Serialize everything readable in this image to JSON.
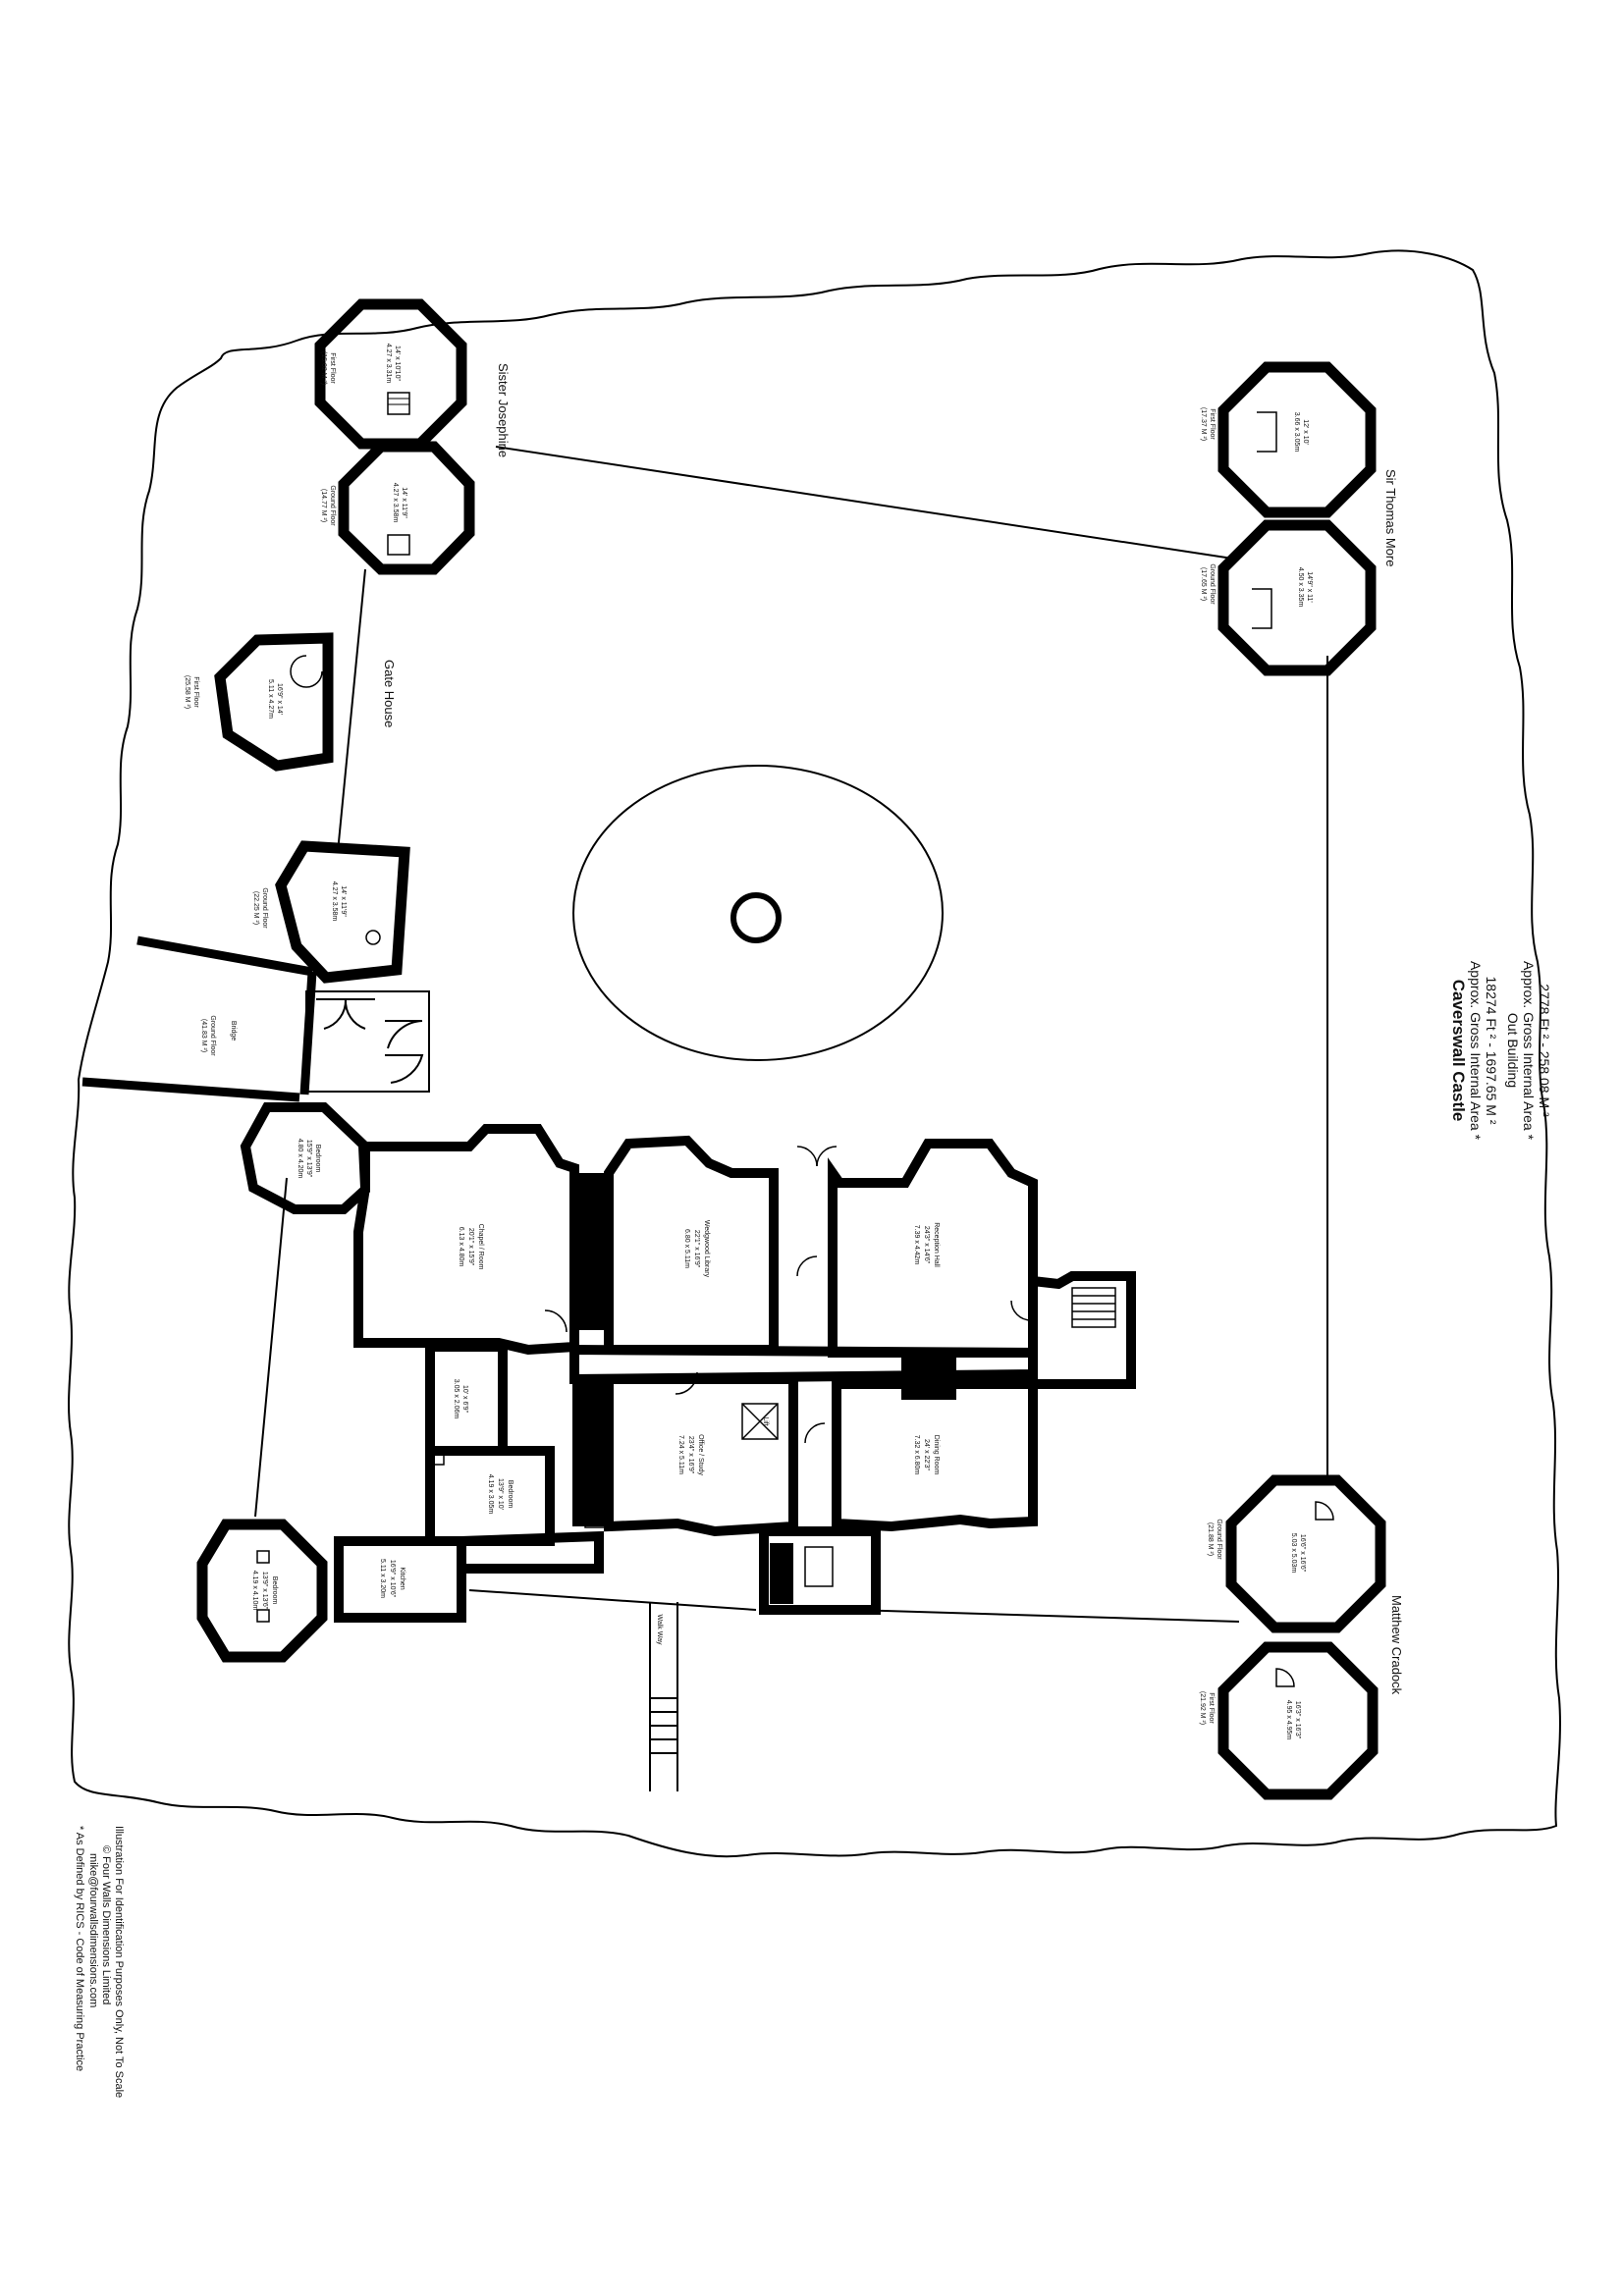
{
  "title": "Caverswall Castle",
  "area_main": {
    "label": "Approx. Gross Internal Area *",
    "value": "18274 Ft ² - 1697.65 M ²"
  },
  "out_building": {
    "label": "Out Building",
    "area_label": "Approx. Gross Internal Area *",
    "value": "2778 Ft ² - 258.08 M ²"
  },
  "footer": {
    "line1": "Illustration For Identification Purposes Only, Not To Scale",
    "line2": "© Four Walls Dimensions Limited",
    "line3": "mike@fourwallsdimensions.com",
    "line4": "* As Defined by RICS - Code of Measuring Practice"
  },
  "tower_names": {
    "sister_josephine": "Sister Josephine",
    "gate_house": "Gate House",
    "sir_thomas_more": "Sir Thomas More",
    "matthew_cradock": "Matthew Cradock"
  },
  "labels": {
    "bridge": "Bridge",
    "walk_way": "Walk Way",
    "lift": "Lift"
  },
  "towers": {
    "sj_first": {
      "floor": "First Floor",
      "area": "(15.02 M ²)",
      "dim1": "14' x 10'10\"",
      "dim2": "4.27 x 3.31m"
    },
    "sj_ground": {
      "floor": "Ground Floor",
      "area": "(14.77 M ²)",
      "dim1": "14' x 11'9\"",
      "dim2": "4.27 x 3.58m"
    },
    "gh_first": {
      "floor": "First Floor",
      "area": "(25.58 M ²)",
      "dim1": "16'9\" x 14'",
      "dim2": "5.11 x 4.27m"
    },
    "gh_ground": {
      "floor": "Ground Floor",
      "area": "(22.25 M ²)",
      "dim1": "14' x 11'9\"",
      "dim2": "4.27 x 3.58m"
    },
    "bridge_ground": {
      "floor": "Ground Floor",
      "area": "(41.83 M ²)"
    },
    "stm_first": {
      "floor": "First Floor",
      "area": "(17.37 M ²)",
      "dim1": "12' x 10'",
      "dim2": "3.66 x 3.05m"
    },
    "stm_ground": {
      "floor": "Ground Floor",
      "area": "(17.65 M ²)",
      "dim1": "14'9\" x 11'",
      "dim2": "4.50 x 3.35m"
    },
    "mc_ground": {
      "floor": "Ground Floor",
      "area": "(21.88 M ²)",
      "dim1": "16'6\" x 16'6\"",
      "dim2": "5.03 x 5.03m"
    },
    "mc_first": {
      "floor": "First Floor",
      "area": "(21.92 M ²)",
      "dim1": "16'3\" x 16'3\"",
      "dim2": "4.95 x 4.95m"
    }
  },
  "rooms": {
    "bedroom_tower": {
      "name": "Bedroom",
      "dim1": "15'9\" x 13'9\"",
      "dim2": "4.80 x 4.20m"
    },
    "chapel": {
      "name": "Chapel / Room",
      "dim1": "20'1\" x 15'9\"",
      "dim2": "6.13 x 4.80m"
    },
    "wedgwood": {
      "name": "Wedgwood Library",
      "dim1": "22'1\" x 16'9\"",
      "dim2": "6.80 x 5.11m"
    },
    "reception": {
      "name": "Reception Hall",
      "dim1": "24'3\" x 14'6\"",
      "dim2": "7.39 x 4.42m"
    },
    "small_room": {
      "dim1": "10' x 6'9\"",
      "dim2": "3.05 x 2.06m"
    },
    "bedroom_mid": {
      "name": "Bedroom",
      "dim1": "13'9\" x 10'",
      "dim2": "4.19 x 3.05m"
    },
    "office": {
      "name": "Office / Study",
      "dim1": "23'4\" x 16'9\"",
      "dim2": "7.24 x 5.11m"
    },
    "dining": {
      "name": "Dining Room",
      "dim1": "24' x 22'3\"",
      "dim2": "7.32 x 6.80m"
    },
    "kitchen": {
      "name": "Kitchen",
      "dim1": "16'9\" x 10'6\"",
      "dim2": "5.11 x 3.20m"
    },
    "bedroom_corner": {
      "name": "Bedroom",
      "dim1": "13'9\" x 13'6\"",
      "dim2": "4.19 x 4.10m"
    }
  }
}
